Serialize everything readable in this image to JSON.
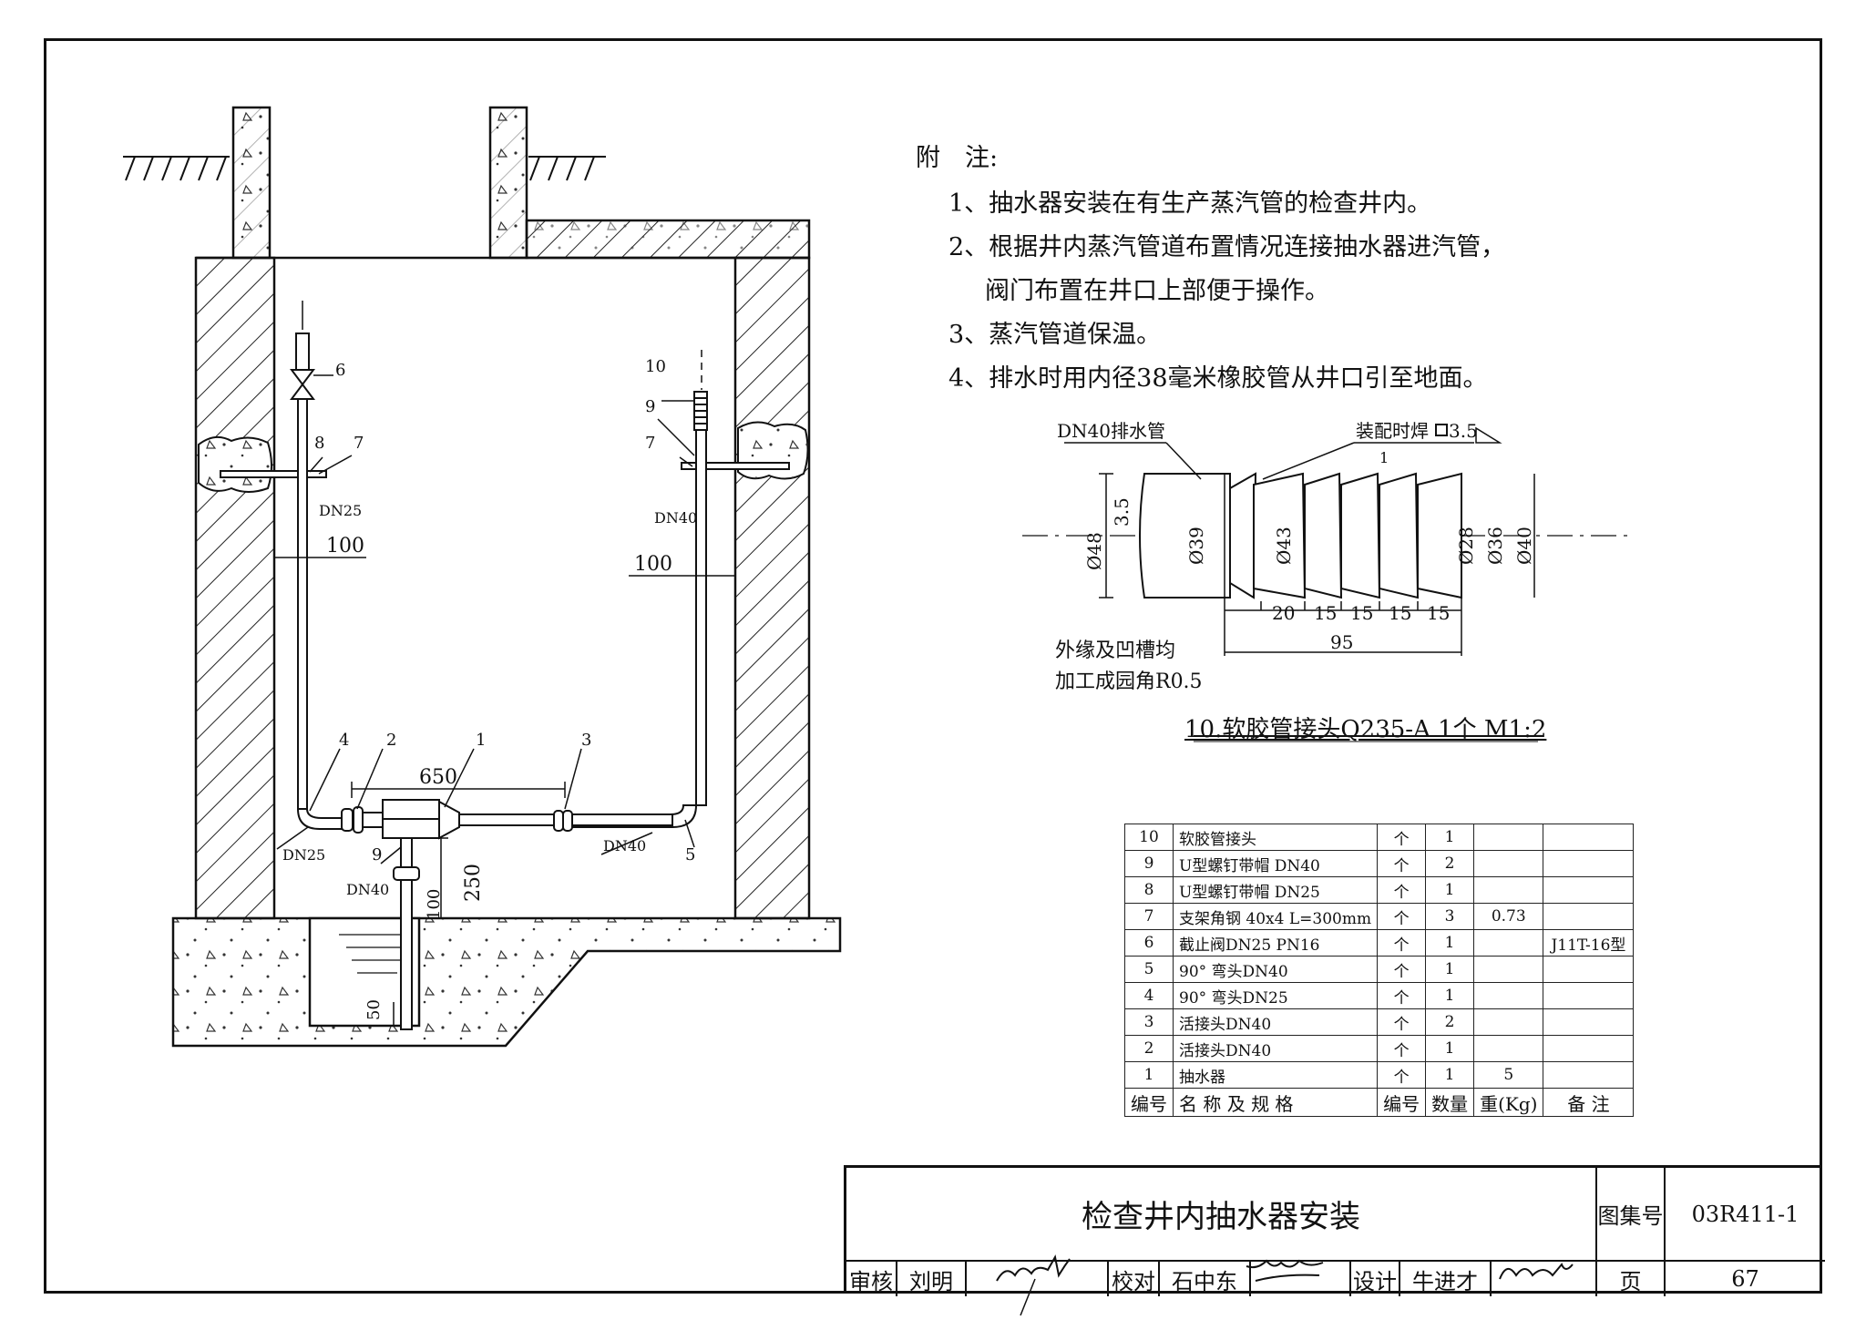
{
  "notes": {
    "header": "附　注:",
    "items": [
      "1、抽水器安装在有生产蒸汽管的检查井内。",
      "2、根据井内蒸汽管道布置情况连接抽水器进汽管，",
      "阀门布置在井口上部便于操作。",
      "3、蒸汽管道保温。",
      "4、排水时用内径38毫米橡胶管从井口引至地面。"
    ]
  },
  "drawing": {
    "callouts": [
      "1",
      "2",
      "3",
      "4",
      "5",
      "6",
      "7",
      "8",
      "9",
      "10"
    ],
    "labels": {
      "dn25_top": "DN25",
      "dn40_top": "DN40",
      "dn25_bottom": "DN25",
      "dn40_bottom": "DN40",
      "dn40_drop": "DN40",
      "dim_left_100": "100",
      "dim_right_100": "100",
      "dim_650": "650",
      "dim_250": "250",
      "dim_100_v": "100",
      "dim_50": "50"
    }
  },
  "detail": {
    "pipe_label": "DN40排水管",
    "weld_label": "装配时焊",
    "weld_size": "3.5",
    "groove_one": "1",
    "dims_v": [
      "3.5",
      "Ø48",
      "Ø39",
      "Ø43",
      "Ø28",
      "Ø36",
      "Ø40"
    ],
    "dims_h": [
      "20",
      "15",
      "15",
      "15",
      "15",
      "95"
    ],
    "remark_line1": "外缘及凹槽均",
    "remark_line2": "加工成园角R0.5",
    "caption": "10.软胶管接头Q235-A 1个 M1:2"
  },
  "parts_table": {
    "rows": [
      {
        "no": "10",
        "name": "软胶管接头",
        "unit": "个",
        "qty": "1",
        "weight": "",
        "remark": ""
      },
      {
        "no": "9",
        "name": "U型螺钉带帽 DN40",
        "unit": "个",
        "qty": "2",
        "weight": "",
        "remark": ""
      },
      {
        "no": "8",
        "name": "U型螺钉带帽 DN25",
        "unit": "个",
        "qty": "1",
        "weight": "",
        "remark": ""
      },
      {
        "no": "7",
        "name": "支架角钢 40x4 L=300mm",
        "unit": "个",
        "qty": "3",
        "weight": "0.73",
        "remark": ""
      },
      {
        "no": "6",
        "name": "截止阀DN25  PN16",
        "unit": "个",
        "qty": "1",
        "weight": "",
        "remark": "J11T-16型"
      },
      {
        "no": "5",
        "name": "90° 弯头DN40",
        "unit": "个",
        "qty": "1",
        "weight": "",
        "remark": ""
      },
      {
        "no": "4",
        "name": "90° 弯头DN25",
        "unit": "个",
        "qty": "1",
        "weight": "",
        "remark": ""
      },
      {
        "no": "3",
        "name": "活接头DN40",
        "unit": "个",
        "qty": "2",
        "weight": "",
        "remark": ""
      },
      {
        "no": "2",
        "name": "活接头DN40",
        "unit": "个",
        "qty": "1",
        "weight": "",
        "remark": ""
      },
      {
        "no": "1",
        "name": "抽水器",
        "unit": "个",
        "qty": "1",
        "weight": "5",
        "remark": ""
      }
    ],
    "header": {
      "no": "编号",
      "name": "名 称 及 规 格",
      "unit": "编号",
      "qty": "数量",
      "weight": "重(Kg)",
      "remark": "备 注"
    }
  },
  "title_block": {
    "title": "检查井内抽水器安装",
    "atlas_label": "图集号",
    "atlas_no": "03R411-1",
    "review_label": "审核",
    "reviewer": "刘明",
    "check_label": "校对",
    "checker": "石中东",
    "design_label": "设计",
    "designer": "牛进才",
    "page_label": "页",
    "page_no": "67"
  }
}
